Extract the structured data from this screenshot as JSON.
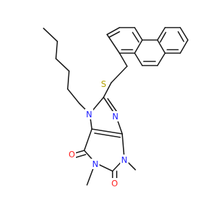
{
  "molecule": {
    "atoms": {
      "S": "S",
      "N7": "N",
      "N9": "N",
      "N3": "N",
      "N1": "N",
      "O6": "O",
      "O2": "O"
    },
    "colors": {
      "bond": "#1a1a1a",
      "nitrogen": "#2020ff",
      "oxygen": "#ff2020",
      "sulfur": "#b3a000",
      "background": "#ffffff"
    }
  }
}
